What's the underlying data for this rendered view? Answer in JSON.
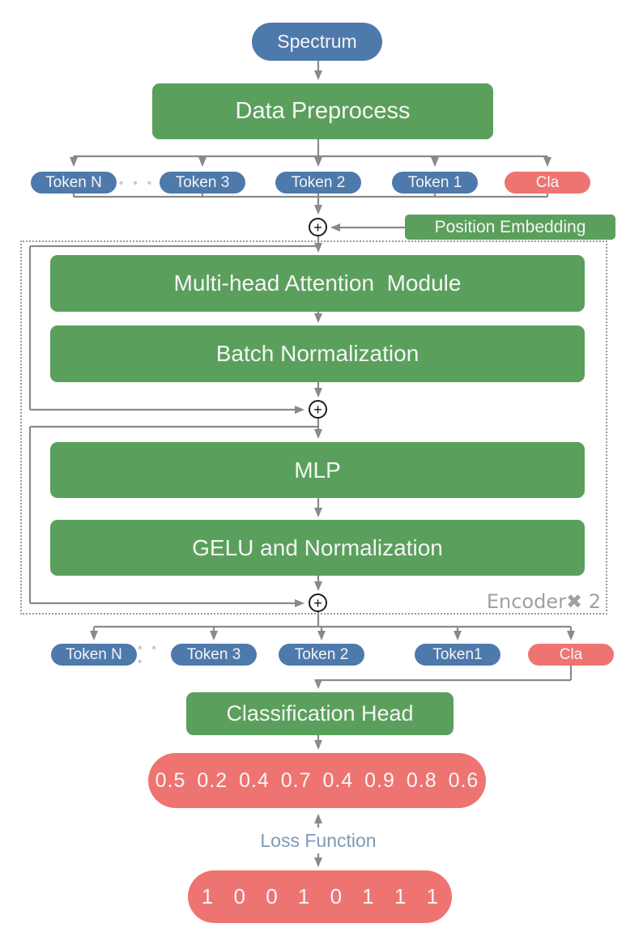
{
  "diagram": {
    "input": {
      "label": "Spectrum"
    },
    "preprocess": {
      "label": "Data Preprocess"
    },
    "token_row_in": {
      "token_n": "Token N",
      "ellipsis": "• • •",
      "token_3": "Token 3",
      "token_2": "Token 2",
      "token_1": "Token 1",
      "cla": "Cla"
    },
    "add_icon_glyph": "+",
    "position_embedding": {
      "label": "Position Embedding"
    },
    "encoder": {
      "multi_head_attention": "Multi-head Attention  Module",
      "batch_normalization": "Batch Normalization",
      "mlp": "MLP",
      "gelu_norm": "GELU and Normalization",
      "repeat_label": "Encoder✖ 2"
    },
    "token_row_out": {
      "token_n": "Token N",
      "ellipsis": "• • •",
      "token_3": "Token 3",
      "token_2": "Token 2",
      "token_1": "Token1",
      "cla": "Cla"
    },
    "classification_head": {
      "label": "Classification Head"
    },
    "output_probabilities": "0.5 0.2 0.4 0.7 0.4 0.9 0.8 0.6",
    "loss": {
      "label": "Loss Function"
    },
    "ground_truth": "1 0 0 1 0 1 1 1"
  },
  "colors": {
    "node_blue": "#4e79ab",
    "box_green": "#5aa05c",
    "node_red": "#ee7471",
    "connector_gray": "#8a8a8a",
    "encoder_border_gray": "#9b9b9b",
    "encoder_label_gray": "#a0a0a0",
    "loss_text_blue": "#7e99ba",
    "text_white": "#f5f5f5"
  }
}
